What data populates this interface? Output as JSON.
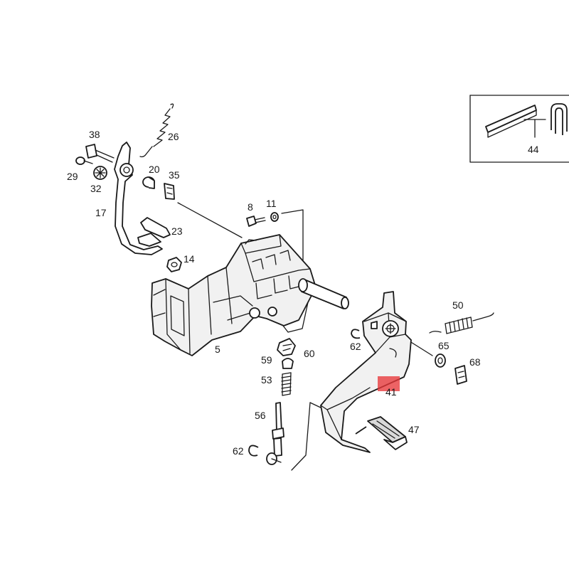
{
  "labels": {
    "p38": "38",
    "p26": "26",
    "p29": "29",
    "p32": "32",
    "p20": "20",
    "p35": "35",
    "p17": "17",
    "p23": "23",
    "p14": "14",
    "p8": "8",
    "p11": "11",
    "p5": "5",
    "p59": "59",
    "p60": "60",
    "p53": "53",
    "p56": "56",
    "p62a": "62",
    "p62b": "62",
    "p50": "50",
    "p65": "65",
    "p68": "68",
    "p41": "41",
    "p47": "47",
    "p44": "44"
  },
  "colors": {
    "line": "#1a1a1a",
    "highlight": "#e8373a"
  }
}
